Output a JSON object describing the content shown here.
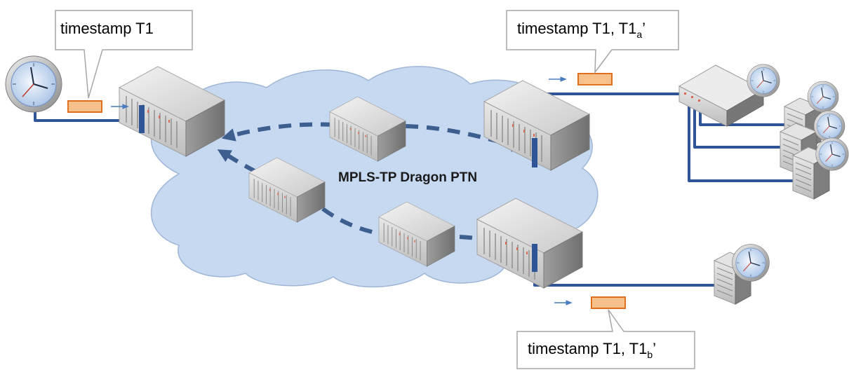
{
  "diagram": {
    "cloud_label": "MPLS-TP Dragon PTN",
    "callouts": {
      "left": {
        "text": "timestamp T1"
      },
      "top_right": {
        "main": "timestamp T1, T1",
        "subscript": "a",
        "suffix": "’"
      },
      "bottom_right": {
        "main": "timestamp T1, T1",
        "subscript": "b",
        "suffix": "’"
      }
    },
    "icons": [
      "clock-icon",
      "server-icon",
      "switch-icon",
      "packet-icon",
      "arrow-icon"
    ],
    "colors": {
      "cloud_fill": "#c6d9f1",
      "cloud_stroke": "#9fb6d6",
      "link": "#2f5597",
      "arrow": "#3d5f8f",
      "packet_fill": "#f8c08a",
      "packet_stroke": "#e07020",
      "callout_stroke": "#a6a6a6"
    }
  }
}
